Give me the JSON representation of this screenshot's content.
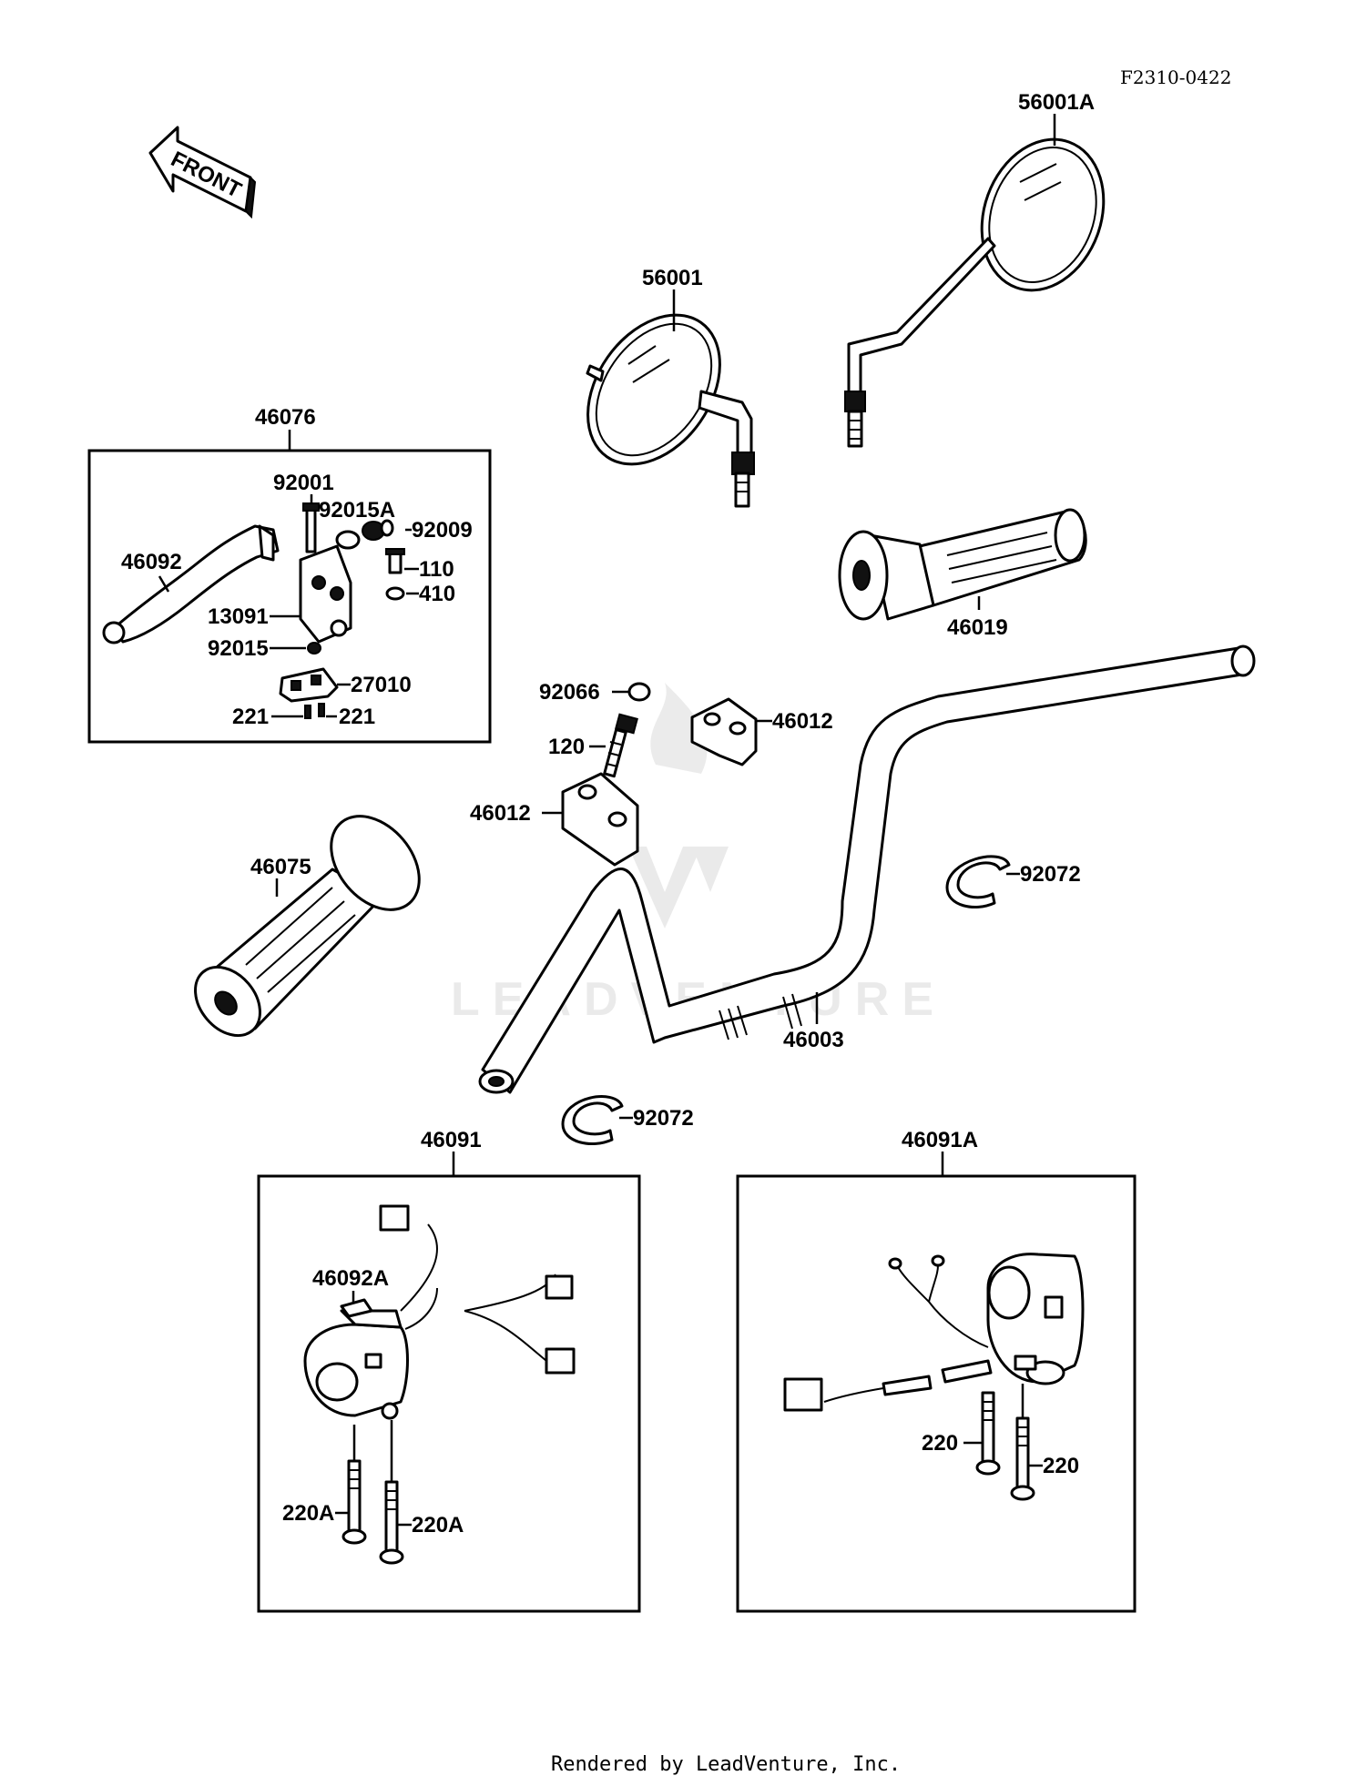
{
  "diagram_code": "F2310-0422",
  "front_label": "FRONT",
  "watermark": "LEADVENTURE",
  "footer": "Rendered by LeadVenture, Inc.",
  "boxes": {
    "brake_assy": "46076",
    "switch_left": "46091",
    "switch_right": "46091A"
  },
  "parts": {
    "mirror_right": "56001A",
    "mirror_left": "56001",
    "grip_right": "46019",
    "grip_left": "46075",
    "handlebar": "46003",
    "holder_upper": "46012",
    "holder_lower": "46012",
    "cap": "92066",
    "bolt_holder": "120",
    "clamp_upper": "92072",
    "clamp_lower": "92072",
    "bolt_92001": "92001",
    "bushing_92015A": "92015A",
    "nut_92009": "92009",
    "screw_110": "110",
    "washer_410": "410",
    "lever": "46092",
    "holder_13091": "13091",
    "nut_92015": "92015",
    "switch_27010": "27010",
    "screw_221_a": "221",
    "screw_221_b": "221",
    "lever_46092A": "46092A",
    "screw_220A_a": "220A",
    "screw_220A_b": "220A",
    "screw_220_a": "220",
    "screw_220_b": "220"
  }
}
